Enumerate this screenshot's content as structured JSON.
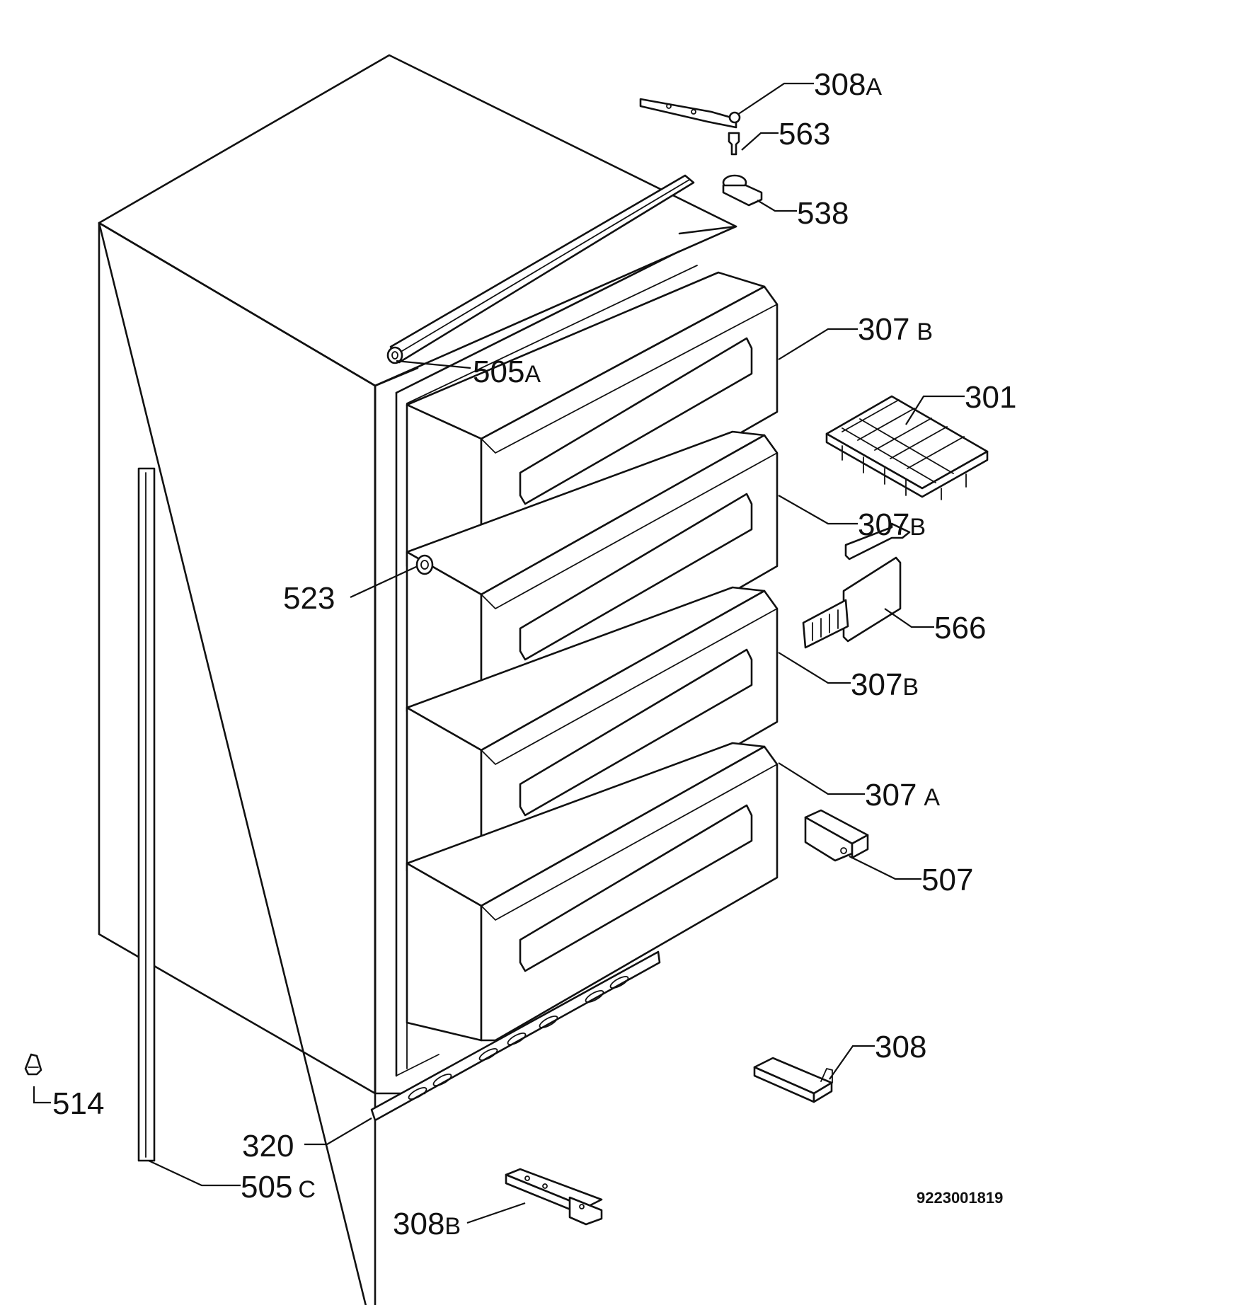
{
  "callouts": {
    "c308a": {
      "num": "308",
      "suffix": "A"
    },
    "c563": {
      "num": "563",
      "suffix": ""
    },
    "c538": {
      "num": "538",
      "suffix": ""
    },
    "c307b1": {
      "num": "307",
      "suffix": "B"
    },
    "c301": {
      "num": "301",
      "suffix": ""
    },
    "c505a": {
      "num": "505",
      "suffix": "A"
    },
    "c307b2": {
      "num": "307",
      "suffix": "B"
    },
    "c523": {
      "num": "523",
      "suffix": ""
    },
    "c566": {
      "num": "566",
      "suffix": ""
    },
    "c307b3": {
      "num": "307",
      "suffix": "B"
    },
    "c307a": {
      "num": "307",
      "suffix": "A"
    },
    "c507": {
      "num": "507",
      "suffix": ""
    },
    "c308": {
      "num": "308",
      "suffix": ""
    },
    "c514": {
      "num": "514",
      "suffix": ""
    },
    "c320": {
      "num": "320",
      "suffix": ""
    },
    "c505c": {
      "num": "505",
      "suffix": "C"
    },
    "c308b": {
      "num": "308",
      "suffix": "B"
    }
  },
  "drawing_number": "9223001819"
}
